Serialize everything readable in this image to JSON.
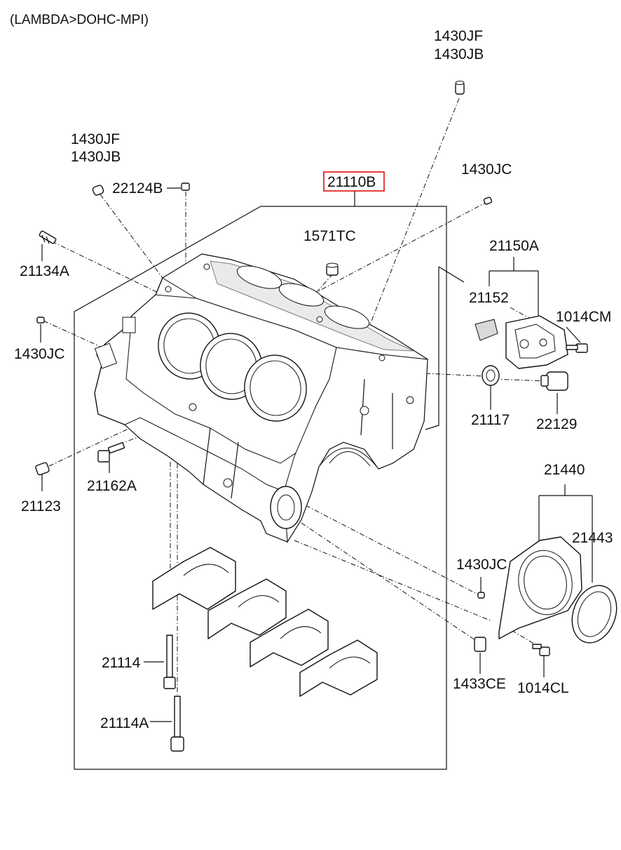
{
  "header": {
    "title": "(LAMBDA>DOHC-MPI)"
  },
  "parts": {
    "p1430jf_top": "1430JF",
    "p1430jb_top": "1430JB",
    "p1430jf_left": "1430JF",
    "p1430jb_left": "1430JB",
    "p22124b": "22124B",
    "p21110b": "21110B",
    "p1430jc_top": "1430JC",
    "p1571tc": "1571TC",
    "p21134a": "21134A",
    "p21150a": "21150A",
    "p21152": "21152",
    "p1014cm": "1014CM",
    "p1430jc_left": "1430JC",
    "p21117": "21117",
    "p22129": "22129",
    "p21123": "21123",
    "p21162a": "21162A",
    "p21440": "21440",
    "p21443": "21443",
    "p1430jc_right": "1430JC",
    "p21114": "21114",
    "p21114a": "21114A",
    "p1433ce": "1433CE",
    "p1014cl": "1014CL"
  },
  "highlight": {
    "part": "21110B",
    "color": "#d11111"
  }
}
